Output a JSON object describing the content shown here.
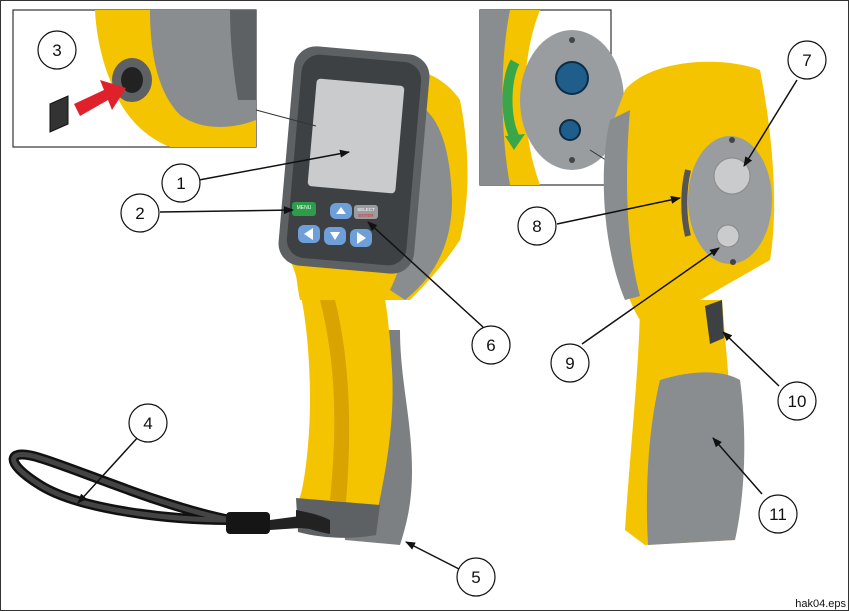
{
  "figure": {
    "id_label": "hak04.eps",
    "colors": {
      "body_yellow": "#f5c400",
      "body_shadow": "#d9a300",
      "rubber_gray": "#8a8d90",
      "rubber_dark": "#5e6164",
      "screen": "#c9cbcc",
      "button_blue": "#6f9fd8",
      "menu_green": "#2e9d4b",
      "arrow_red": "#e0202a",
      "dial_green": "#3aa64a",
      "lens_blue": "#1f5d8a"
    },
    "buttons": {
      "menu_label": "MENU",
      "select_label": "SELECT",
      "enter_label": "ENTER"
    },
    "callouts": [
      {
        "num": "1",
        "target": "display"
      },
      {
        "num": "2",
        "target": "menu-button"
      },
      {
        "num": "3",
        "target": "sd-card-slot"
      },
      {
        "num": "4",
        "target": "wrist-strap"
      },
      {
        "num": "5",
        "target": "strap-attachment"
      },
      {
        "num": "6",
        "target": "select-enter-button"
      },
      {
        "num": "7",
        "target": "ir-lens"
      },
      {
        "num": "8",
        "target": "focus-dial"
      },
      {
        "num": "9",
        "target": "visual-camera"
      },
      {
        "num": "10",
        "target": "trigger"
      },
      {
        "num": "11",
        "target": "handle-grip"
      }
    ],
    "icons": [
      "camera-icon",
      "sd-card-icon",
      "arrow-icon",
      "dial-arrow-icon"
    ]
  }
}
